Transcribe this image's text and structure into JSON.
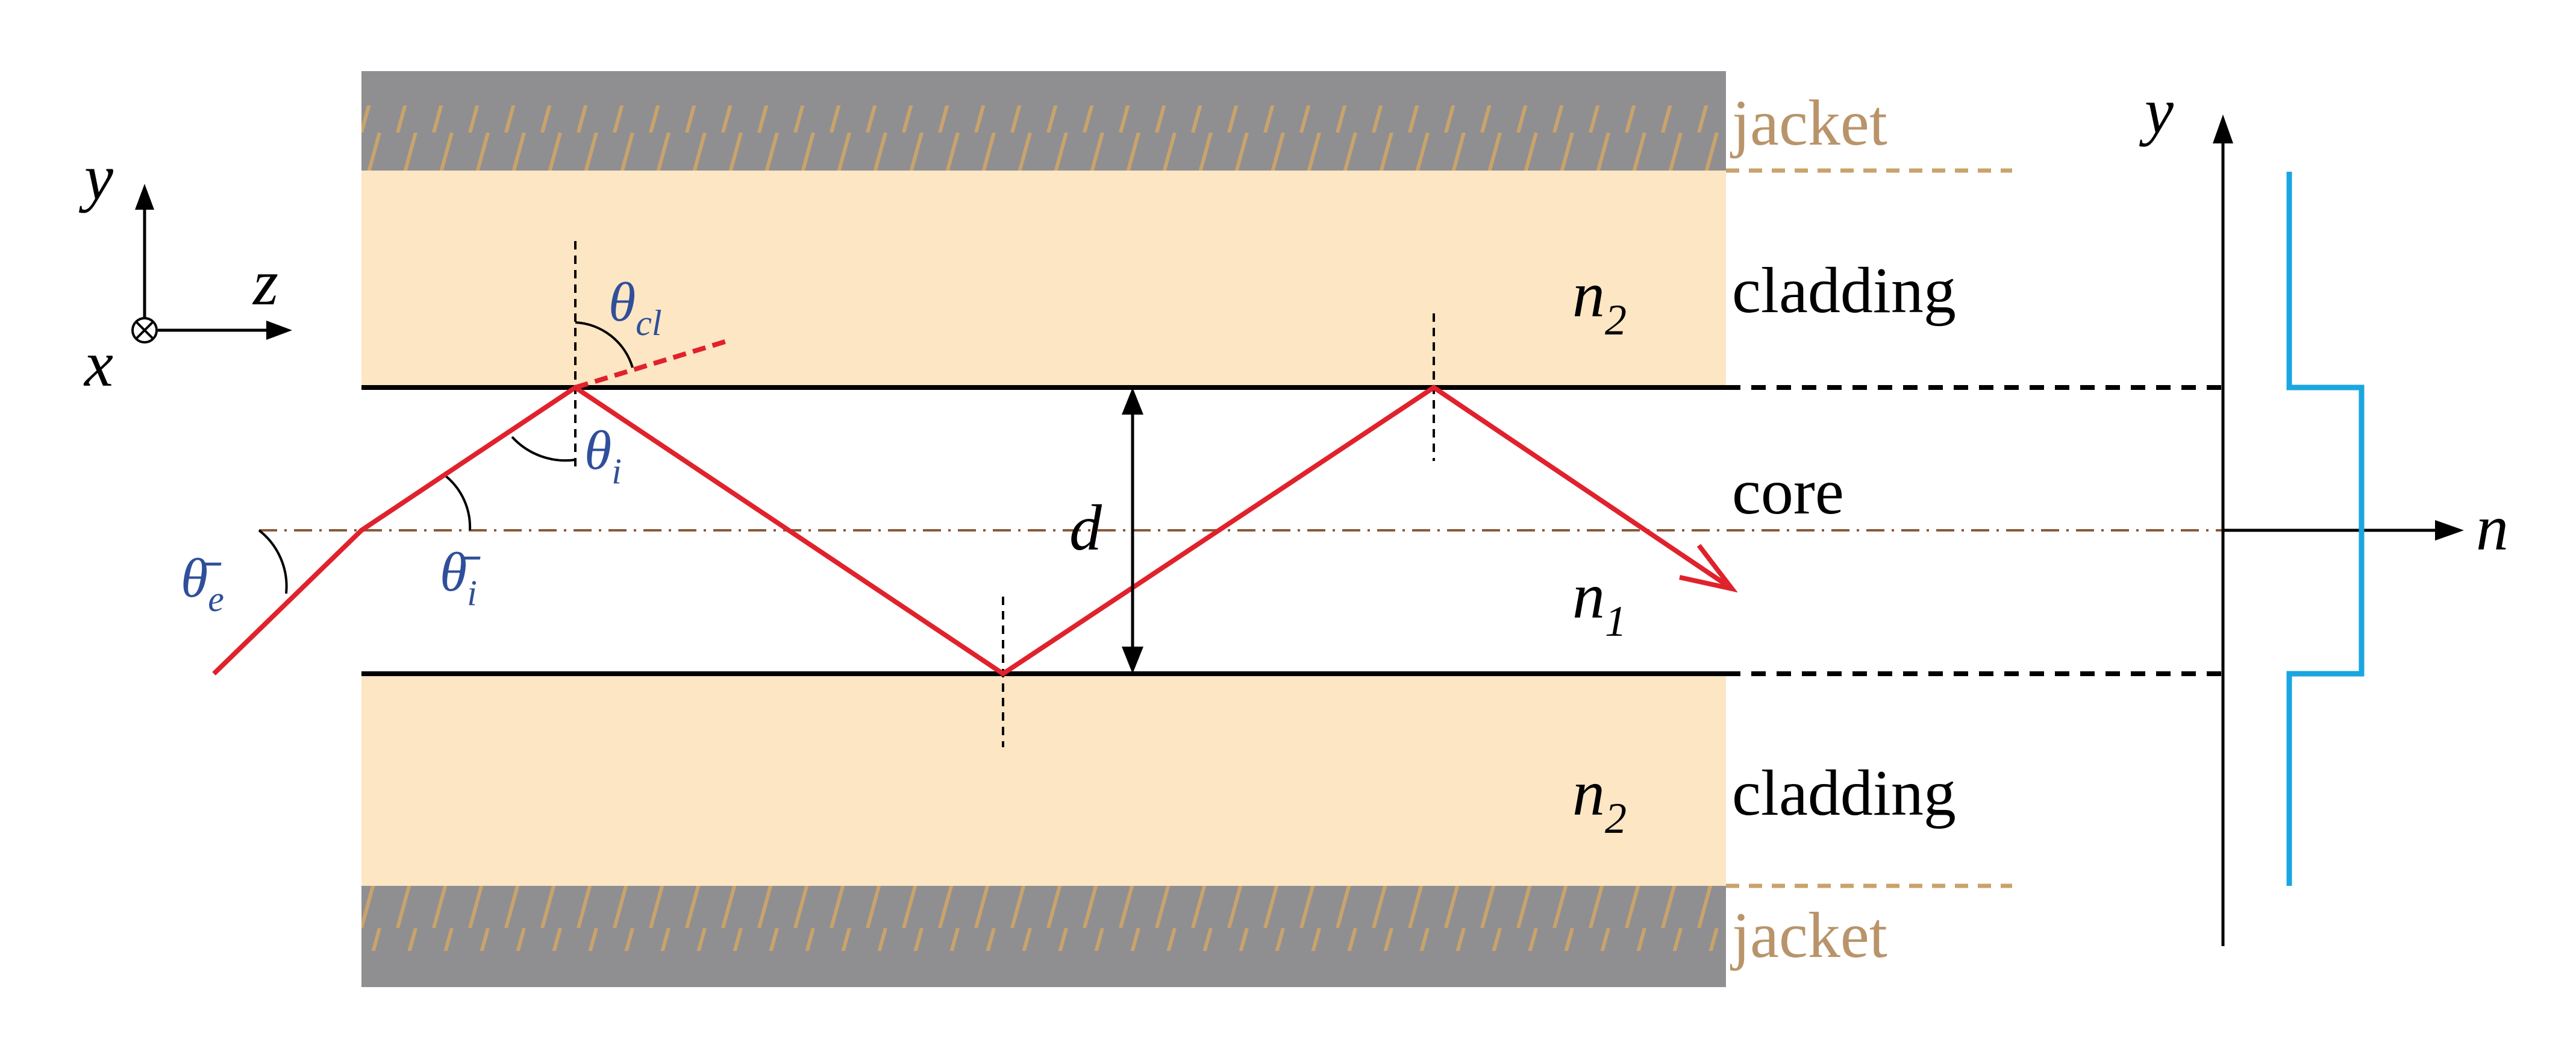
{
  "colors": {
    "jacket_fill": "#8f8f92",
    "jacket_hatch": "#c9a36b",
    "jacket_text": "#b9946a",
    "cladding_fill": "#fde6c3",
    "ray": "#e0222c",
    "angle_text": "#2f4f9a",
    "profile": "#1aa6e0",
    "axis_dash": "#8a5a3a"
  },
  "regions": {
    "jacket_top": "jacket",
    "cladding_top": "cladding",
    "core": "core",
    "cladding_bottom": "cladding",
    "jacket_bottom": "jacket"
  },
  "indices": {
    "n2_top": {
      "base": "n",
      "sub": "2"
    },
    "n1": {
      "base": "n",
      "sub": "1"
    },
    "n2_bottom": {
      "base": "n",
      "sub": "2"
    }
  },
  "dimension": {
    "core_width": "d"
  },
  "angles": {
    "theta_cl": {
      "base": "θ",
      "sub": "cl"
    },
    "theta_i": {
      "base": "θ",
      "sub": "i"
    },
    "theta_bar_i": {
      "base": "θ̄",
      "sub": "i"
    },
    "theta_bar_e": {
      "base": "θ̄",
      "sub": "e"
    }
  },
  "coordinate_axes": {
    "x": "x",
    "y": "y",
    "z": "z"
  },
  "profile_axes": {
    "vertical": "y",
    "horizontal": "n"
  }
}
